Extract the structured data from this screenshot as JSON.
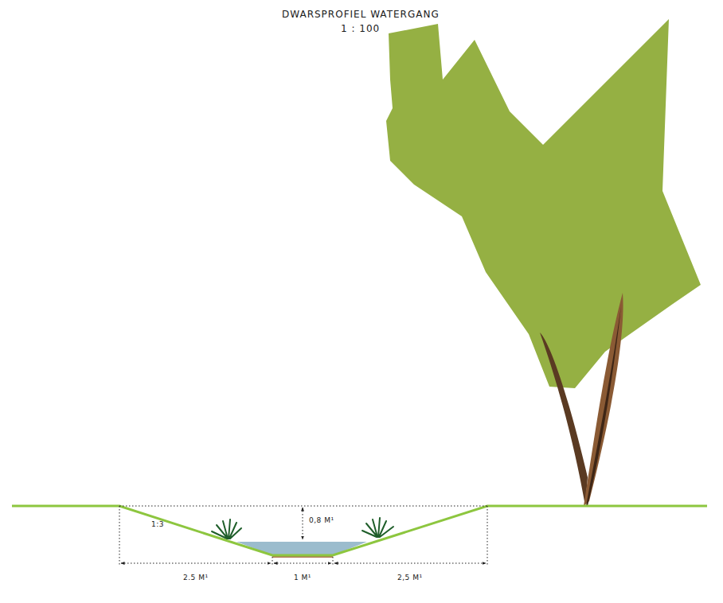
{
  "diagram": {
    "title": "DWARSPROFIEL WATERGANG",
    "labels": [
      "1 : 100",
      "1:3",
      "0,8 M¹",
      "2.5 M¹",
      "1 M¹",
      "2,5 M¹"
    ]
  }
}
